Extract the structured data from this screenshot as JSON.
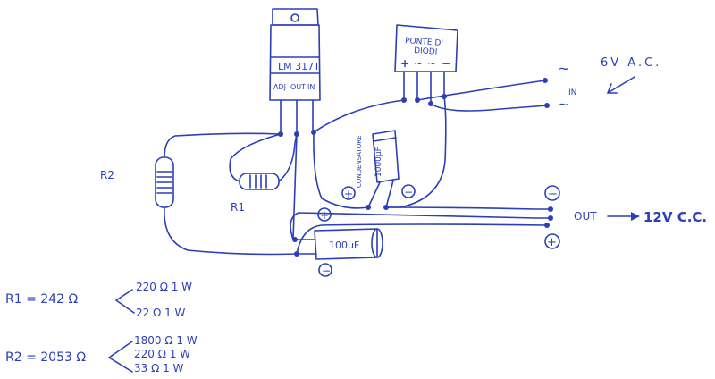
{
  "regulator": {
    "part": "LM 317T",
    "pins": [
      "ADJ",
      "OUT",
      "IN"
    ]
  },
  "bridge": {
    "title_line1": "PONTE DI",
    "title_line2": "DIODI",
    "pins": [
      "+",
      "~",
      "~",
      "−"
    ]
  },
  "capacitor_big": {
    "value": "1000μF",
    "label": "CONDENSATORE",
    "plus": "+",
    "minus": "−"
  },
  "capacitor_small": {
    "value": "100μF",
    "plus": "+",
    "minus": "−"
  },
  "input": {
    "label": "6V A.C.",
    "tilde_top": "~",
    "tilde_bottom": "~",
    "arrow_text": "IN"
  },
  "output": {
    "label": "OUT",
    "value": "12V C.C.",
    "minus": "−",
    "plus": "+"
  },
  "resistor_labels": {
    "r1": "R1",
    "r2": "R2"
  },
  "notes": {
    "r1_line": "R1 = 242 Ω",
    "r1_parts": [
      "220 Ω 1 W",
      "22 Ω 1 W"
    ],
    "r2_line": "R2 = 2053 Ω",
    "r2_parts": [
      "1800 Ω 1 W",
      "220 Ω 1 W",
      "33 Ω 1 W"
    ]
  },
  "colors": {
    "ink": "#2b3fb8",
    "background": "#ffffff"
  }
}
